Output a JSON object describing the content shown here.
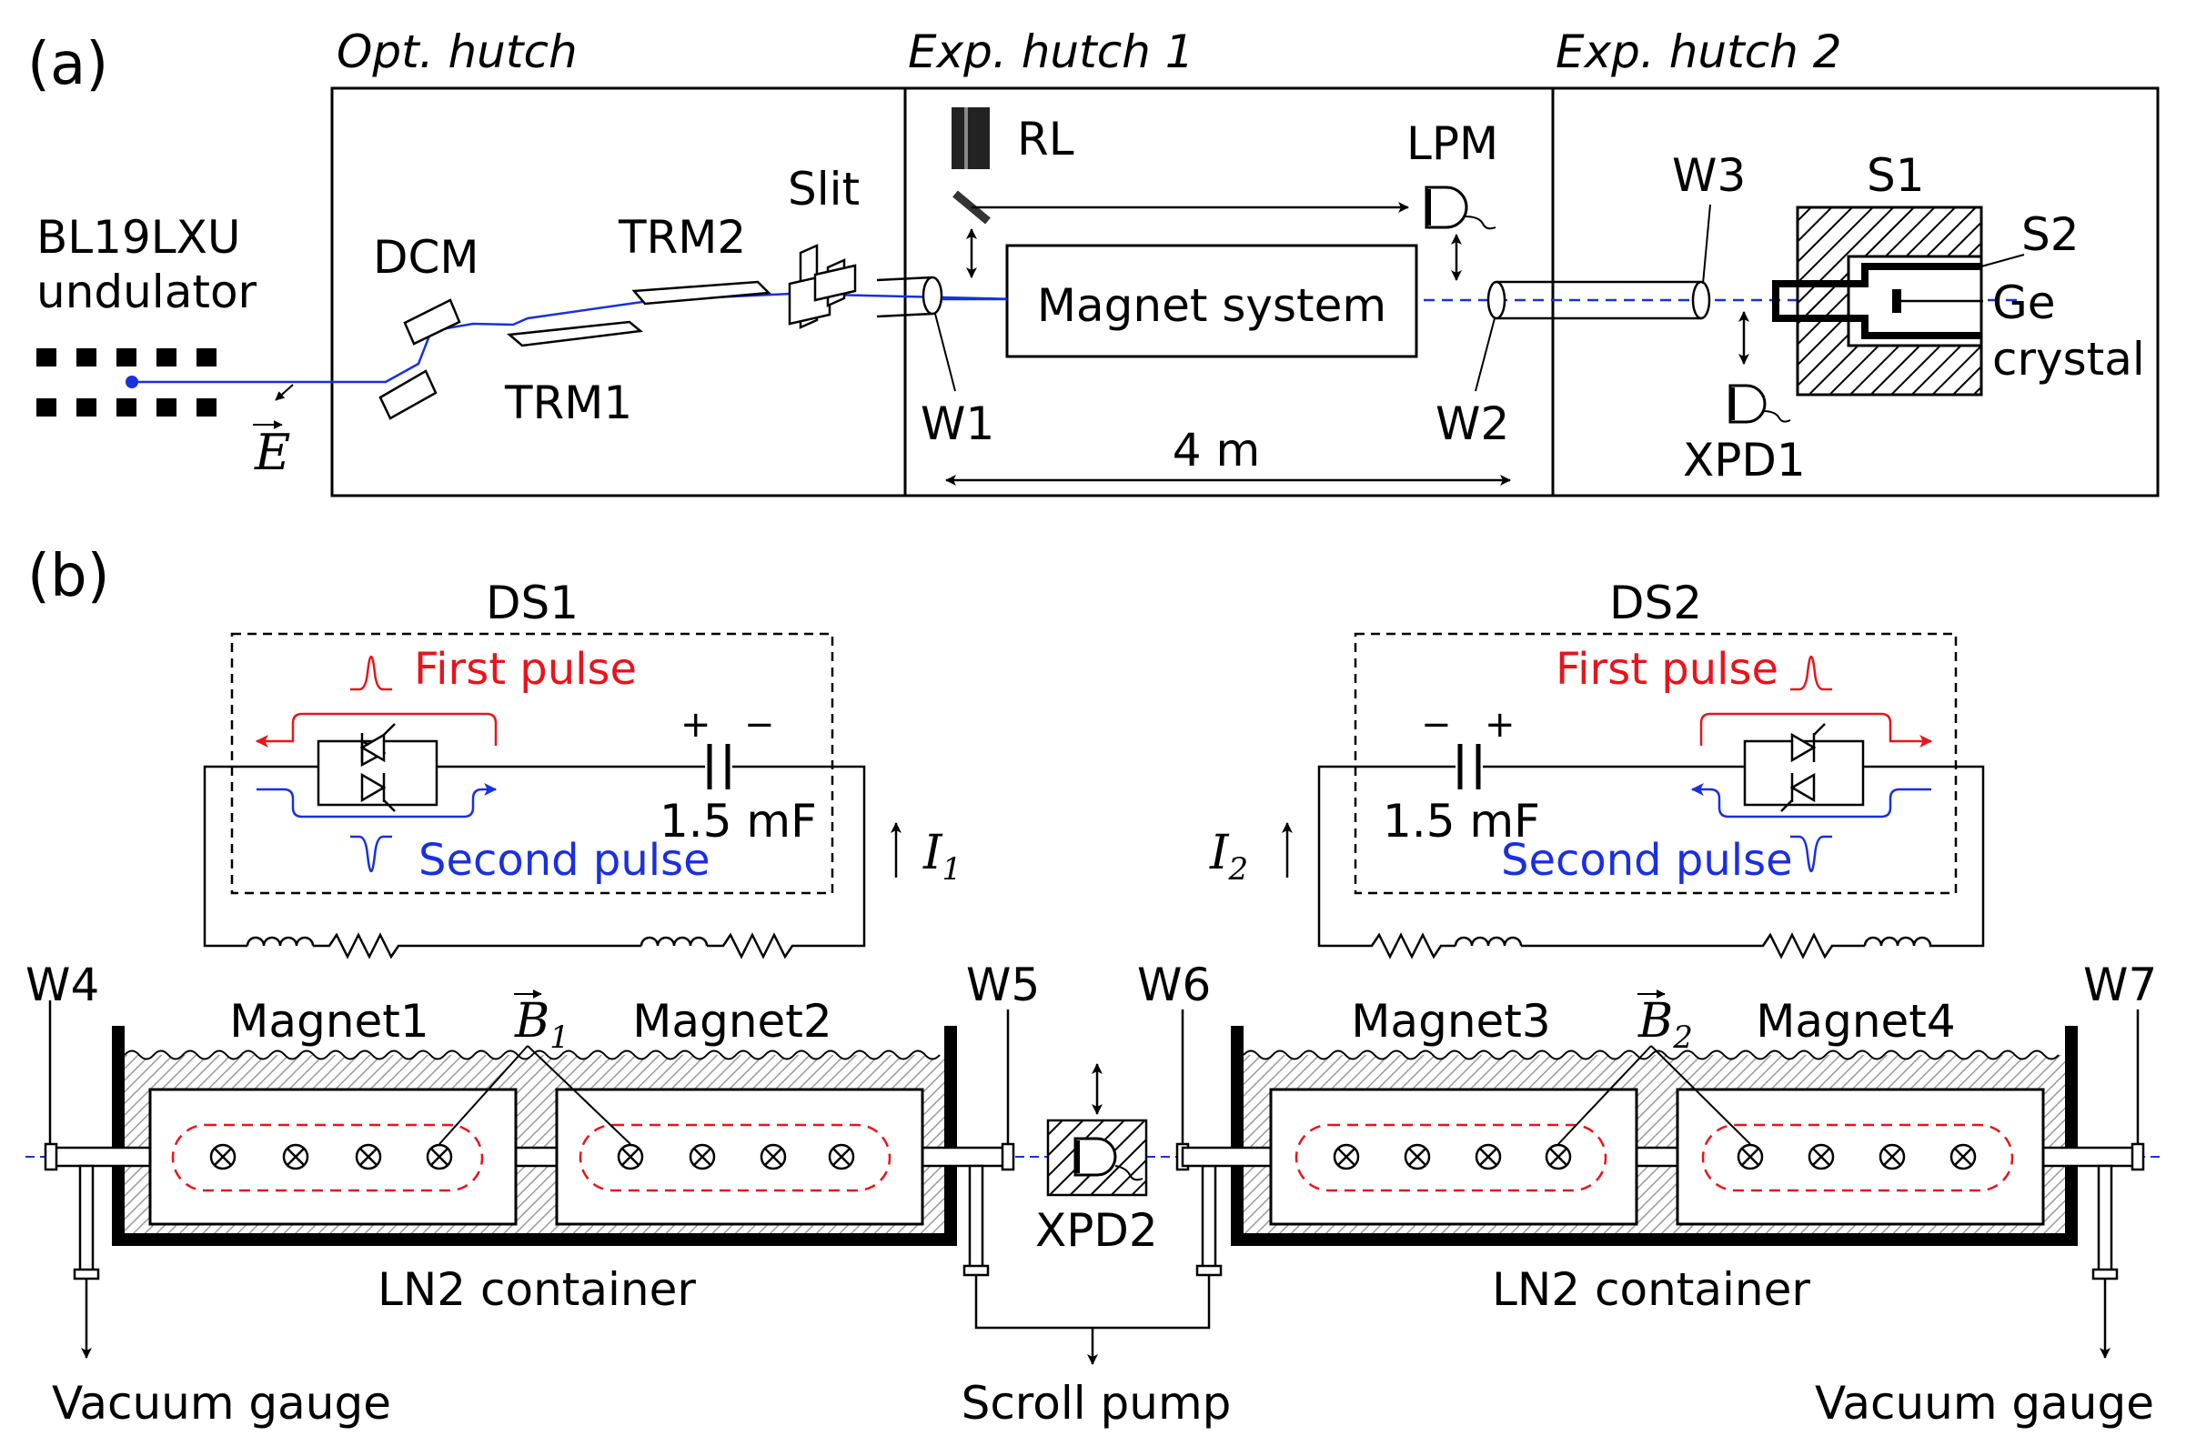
{
  "panel_a": {
    "label": "(a)",
    "hutches": {
      "opt": "Opt. hutch",
      "exp1": "Exp. hutch 1",
      "exp2": "Exp. hutch 2"
    },
    "source_line1": "BL19LXU",
    "source_line2": "undulator",
    "e_field": "E",
    "dcm": "DCM",
    "trm1": "TRM1",
    "trm2": "TRM2",
    "slit": "Slit",
    "rl": "RL",
    "lpm": "LPM",
    "magnet_system": "Magnet system",
    "w1": "W1",
    "w2": "W2",
    "w3": "W3",
    "distance": "4 m",
    "s1": "S1",
    "s2": "S2",
    "ge_line1": "Ge",
    "ge_line2": "crystal",
    "xpd1": "XPD1"
  },
  "panel_b": {
    "label": "(b)",
    "ds1": "DS1",
    "ds2": "DS2",
    "first_pulse": "First pulse",
    "second_pulse": "Second pulse",
    "capacitance": "1.5 mF",
    "plus": "+",
    "minus": "−",
    "i1_main": "I",
    "i1_sub": "1",
    "i2_main": "I",
    "i2_sub": "2",
    "w4": "W4",
    "w5": "W5",
    "w6": "W6",
    "w7": "W7",
    "magnet1": "Magnet1",
    "magnet2": "Magnet2",
    "magnet3": "Magnet3",
    "magnet4": "Magnet4",
    "b1_main": "B",
    "b1_sub": "1",
    "b2_main": "B",
    "b2_sub": "2",
    "ln2_left": "LN2 container",
    "ln2_right": "LN2 container",
    "xpd2": "XPD2",
    "vacuum_gauge_left": "Vacuum gauge",
    "vacuum_gauge_right": "Vacuum gauge",
    "scroll_pump": "Scroll pump"
  },
  "colors": {
    "beam": "#1a2fe0",
    "first_pulse": "#e8141c",
    "second_pulse": "#1a2fe0",
    "line": "#000000"
  }
}
